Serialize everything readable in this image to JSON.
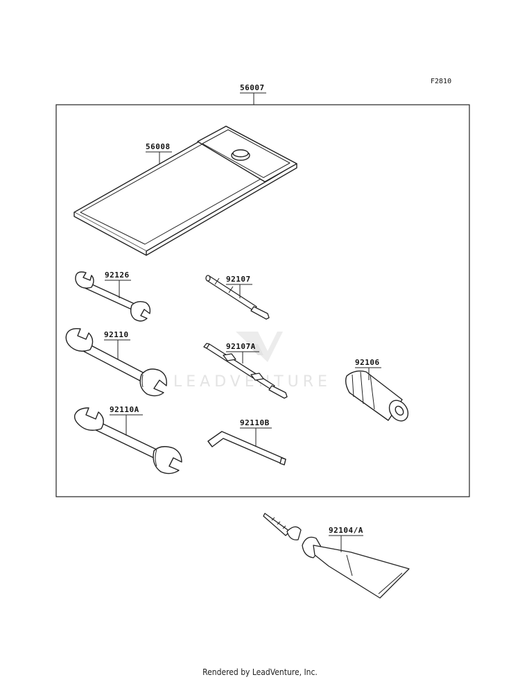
{
  "figure_code": "F2810",
  "watermark": "LEADVENTURE",
  "footer": "Rendered by LeadVenture, Inc.",
  "parts": {
    "tool_kit": "56007",
    "tool_bag": "56008",
    "wrench_small": "92126",
    "wrench_medium": "92110",
    "wrench_large": "92110A",
    "screwdriver_bit": "92107",
    "screwdriver_bit_a": "92107A",
    "hex_key": "92110B",
    "grip": "92106",
    "grease_tube": "92104/A"
  }
}
